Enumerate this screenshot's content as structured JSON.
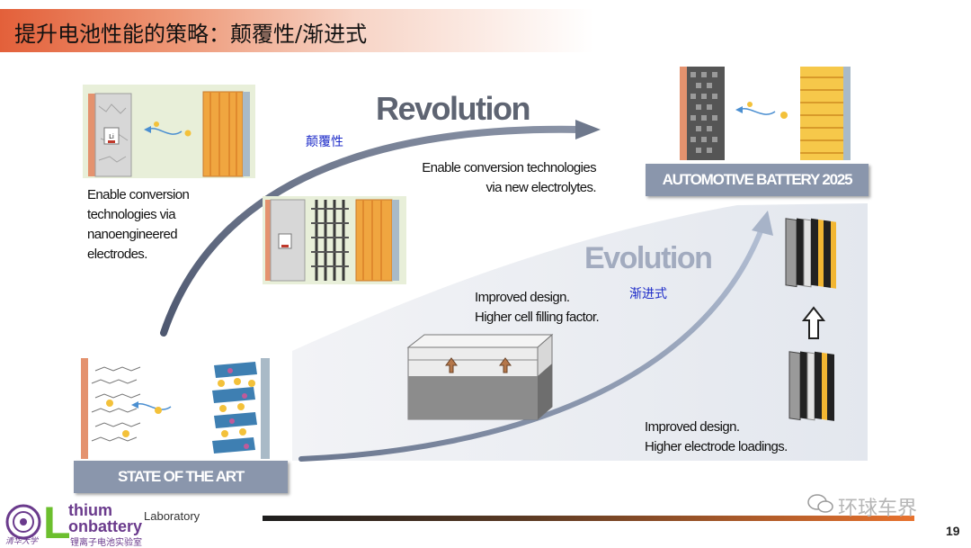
{
  "slide": {
    "title": "提升电池性能的策略：颠覆性/渐进式",
    "page_number": "19"
  },
  "revolution": {
    "heading": "Revolution",
    "cn_label": "颠覆性",
    "note_electrodes": [
      "Enable conversion",
      "technologies via",
      "nanoengineered",
      "electrodes."
    ],
    "note_electrolytes": [
      "Enable conversion technologies",
      "via new electrolytes."
    ]
  },
  "evolution": {
    "heading": "Evolution",
    "cn_label": "渐进式",
    "note_cell": [
      "Improved design.",
      "Higher cell filling factor."
    ],
    "note_electrode": [
      "Improved design.",
      "Higher electrode loadings."
    ]
  },
  "labels": {
    "state_of_art": "STATE OF THE ART",
    "automotive": "AUTOMOTIVE BATTERY 2025"
  },
  "cell_icon_text": "Li",
  "footer": {
    "lab_big_1": "thium",
    "lab_big_2": "onbattery",
    "lab_small": "Laboratory",
    "lab_cn": "锂离子电池实验室",
    "lab_initial": "L",
    "univ_cn": "清华大学",
    "watermark": "环球车界"
  },
  "colors": {
    "title_accent": "#e3603a",
    "arrow_gray": "#5f6a80",
    "evolution_arrow": "#9aa8c0",
    "label_box": "#8a96ac",
    "cn_blue": "#1f2dc9"
  }
}
